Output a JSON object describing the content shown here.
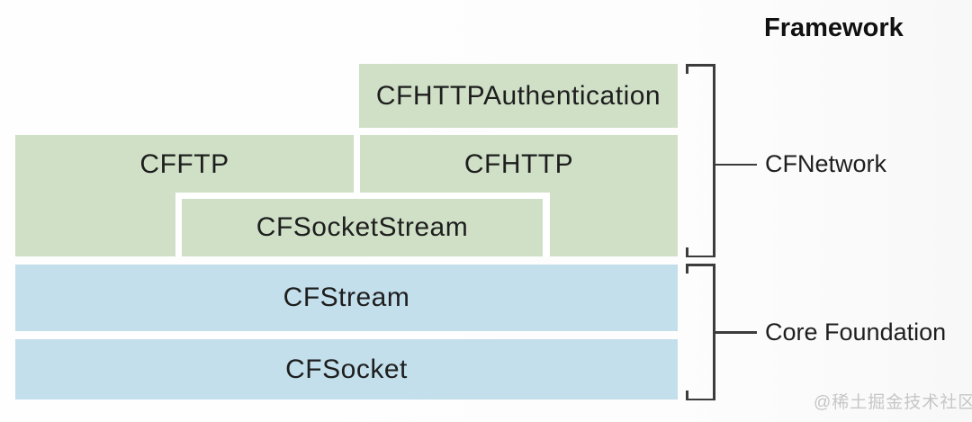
{
  "title": "Framework",
  "layers": {
    "cfhttp_authentication": "CFHTTPAuthentication",
    "cfftp": "CFFTP",
    "cfhttp": "CFHTTP",
    "cfsocket_stream": "CFSocketStream",
    "cfstream": "CFStream",
    "cfsocket": "CFSocket"
  },
  "frameworks": {
    "cfnetwork": "CFNetwork",
    "core_foundation": "Core Foundation"
  },
  "watermark": "@稀土掘金技术社区",
  "colors": {
    "green_box": "#cfe0c6",
    "blue_box": "#c3dfec",
    "bracket_line": "#3c3c3c",
    "box_text": "#1e1e1e",
    "watermark_text": "#c6c6c6"
  }
}
